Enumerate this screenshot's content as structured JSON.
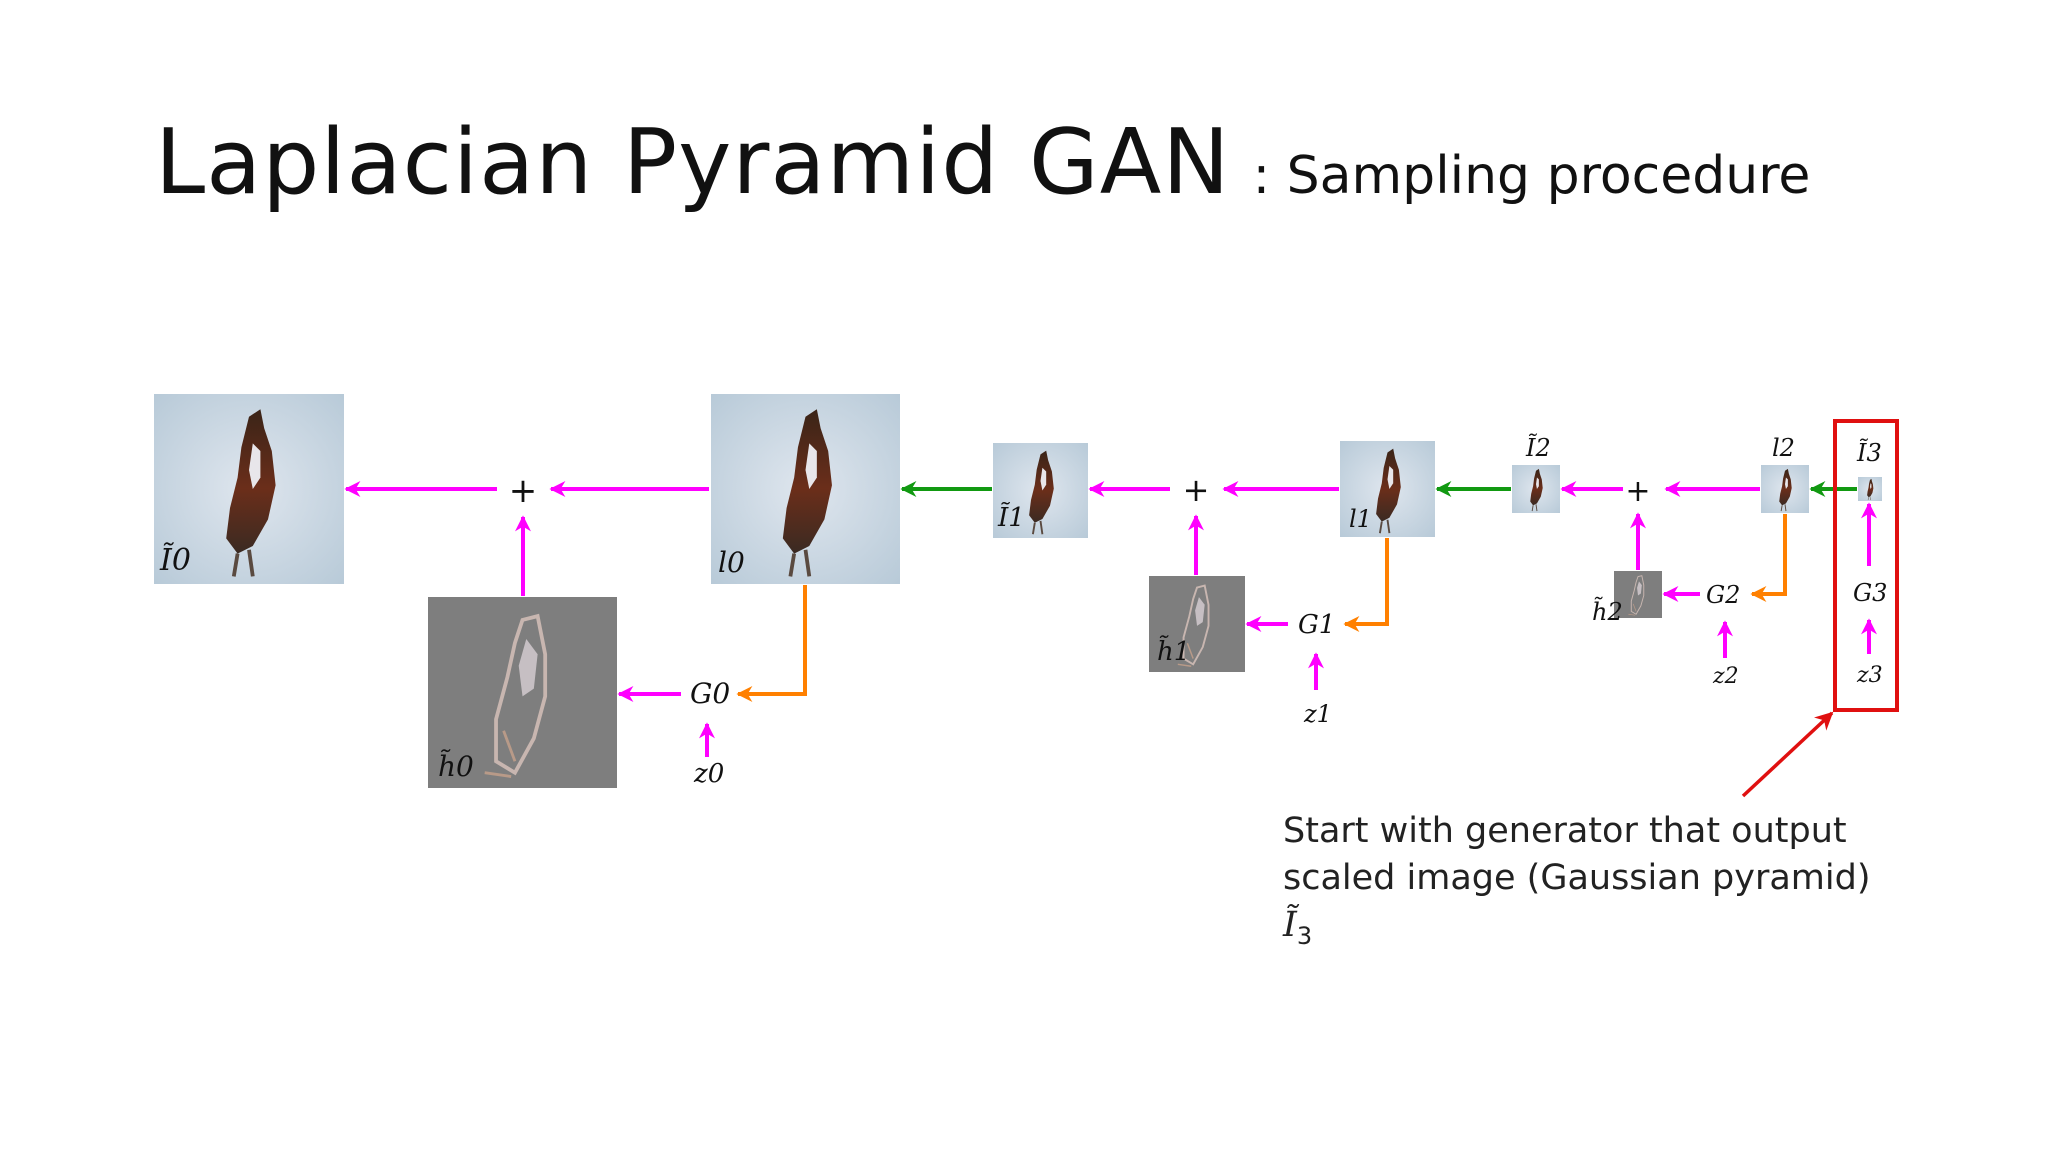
{
  "slide": {
    "title": "Laplacian Pyramid GAN",
    "subtitle": ": Sampling procedure"
  },
  "labels": {
    "I0": "Ĩ0",
    "l0": "l0",
    "h0": "h̃0",
    "G0": "G0",
    "z0": "z0",
    "I1": "Ĩ1",
    "l1": "l1",
    "h1": "h̃1",
    "G1": "G1",
    "z1": "z1",
    "I2": "Ĩ2",
    "l2": "l2",
    "h2": "h̃2",
    "G2": "G2",
    "z2": "z2",
    "I3": "Ĩ3",
    "G3": "G3",
    "z3": "z3",
    "plus": "+"
  },
  "caption": {
    "line1": "Start with generator that output",
    "line2_text": "scaled image (Gaussian pyramid) ",
    "line2_symbol": "Ĩ",
    "line2_sub": "3"
  },
  "colors": {
    "magenta": "#ff00ff",
    "green": "#119911",
    "orange": "#ff8000",
    "highlight_red": "#e01010"
  }
}
